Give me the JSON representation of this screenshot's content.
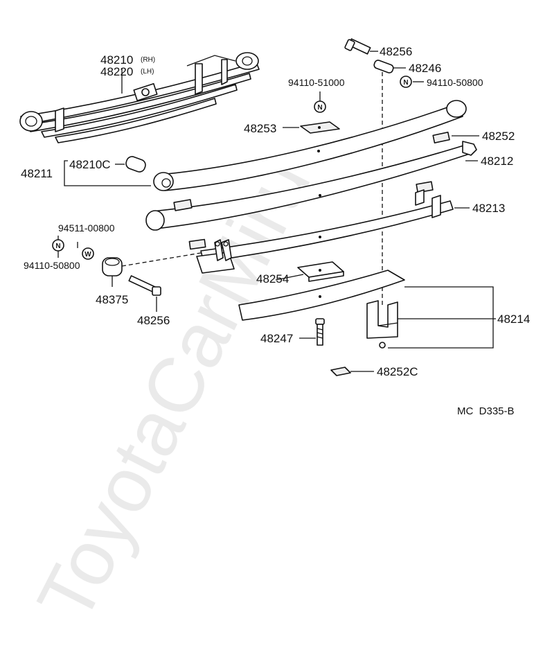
{
  "watermark": "ToyotaCarMiru",
  "diagram_code": "MC  D335-B",
  "symbols": {
    "nut": "N",
    "washer": "W"
  },
  "labels": {
    "assembly_rh": "48210",
    "assembly_rh_side": "(RH)",
    "assembly_lh": "48220",
    "assembly_lh_side": "(LH)",
    "bolt_top": "48256",
    "pin": "48246",
    "nut_top_left": "94110-51000",
    "nut_top_right": "94110-50800",
    "seat_upper": "48253",
    "pad_upper": "48252",
    "bushing_group": "48211",
    "bushing": "48210C",
    "leaf_no1": "48212",
    "leaf_no2": "48213",
    "washer_code": "94511-00800",
    "nut_left": "94110-50800",
    "bushing_rear": "48375",
    "bolt_lower": "48256",
    "seat_lower": "48254",
    "clip_group": "48214",
    "center_bolt": "48247",
    "pad_lower": "48252C"
  }
}
